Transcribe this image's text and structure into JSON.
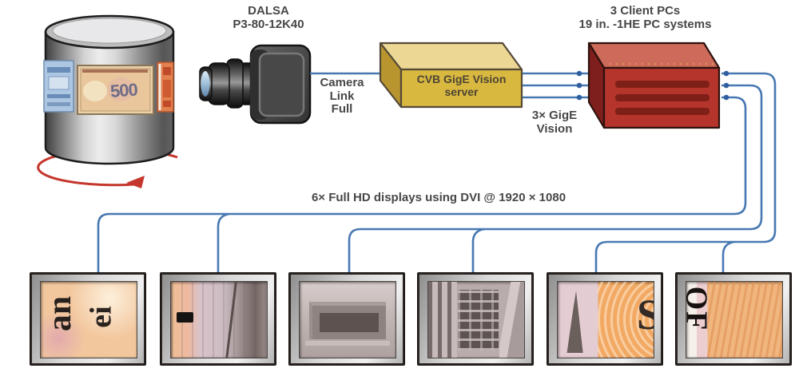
{
  "labels": {
    "camera_model": {
      "l1": "DALSA",
      "l2": "P3-80-12K40"
    },
    "camera_link": {
      "l1": "Camera",
      "l2": "Link",
      "l3": "Full"
    },
    "server": {
      "l1": "CVB GigE Vision",
      "l2": "server"
    },
    "gige": {
      "l1": "3× GigE",
      "l2": "Vision"
    },
    "clients": {
      "l1": "3 Client PCs",
      "l2": "19 in. -1HE PC systems"
    },
    "displays_caption": "6× Full HD displays using DVI @ 1920 × 1080"
  },
  "drum": {
    "banknote_numeral": "500"
  },
  "monitors": [
    {
      "id": "monitor-1",
      "letters_a": "an",
      "letters_b": "ei"
    },
    {
      "id": "monitor-2"
    },
    {
      "id": "monitor-3"
    },
    {
      "id": "monitor-4"
    },
    {
      "id": "monitor-5",
      "glyph": "S"
    },
    {
      "id": "monitor-6",
      "letters": "OF"
    }
  ],
  "colors": {
    "cable_blue": "#4878b2",
    "connector_dot_blue": "#2f5fa0",
    "server_yellow_front": "#d9b840",
    "server_yellow_top": "#ecd894",
    "server_yellow_side": "#b8952e",
    "pc_red_front": "#b5342c",
    "pc_red_top": "#cd6a59",
    "pc_red_side": "#7e1f1d",
    "pc_slot_red": "#7e2018",
    "label_gray": "#474747",
    "rotation_arrow_red": "#c5372c"
  }
}
